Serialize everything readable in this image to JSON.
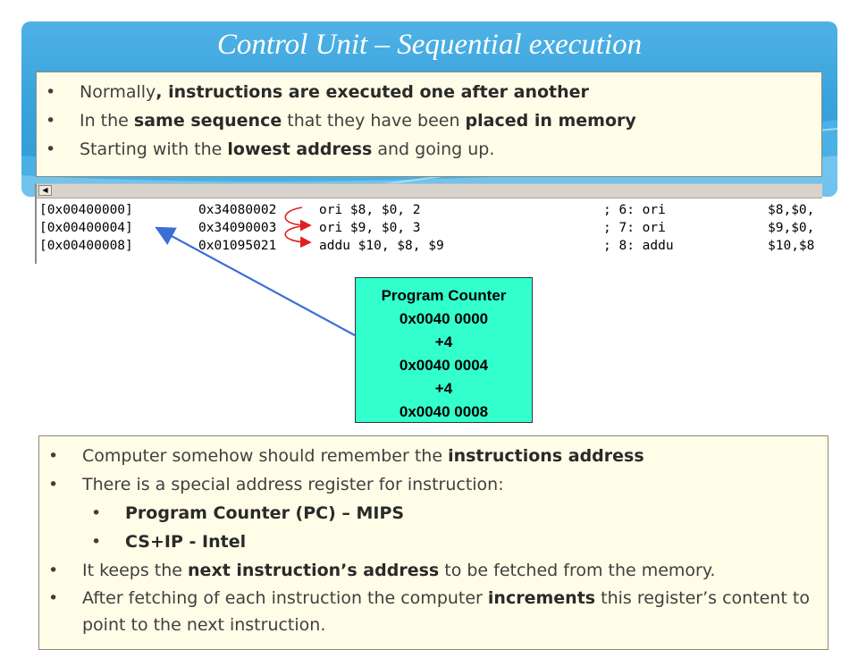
{
  "slide": {
    "title": "Control Unit – Sequential execution"
  },
  "top_box": {
    "bullets": [
      {
        "parts": [
          {
            "t": "Normally"
          },
          {
            "t": ", instructions are executed one after another",
            "b": true
          }
        ]
      },
      {
        "parts": [
          {
            "t": "In the "
          },
          {
            "t": "same sequence",
            "b": true
          },
          {
            "t": " that they have been "
          },
          {
            "t": "placed in memory",
            "b": true
          }
        ]
      },
      {
        "parts": [
          {
            "t": "Starting with the "
          },
          {
            "t": "lowest address",
            "b": true
          },
          {
            "t": " and going up."
          }
        ]
      }
    ]
  },
  "code_view": {
    "scroll_arrow": "◀",
    "rows": [
      {
        "addr": "[0x00400000]",
        "hex": "0x34080002",
        "instr": "ori $8, $0, 2",
        "comment": "; 6: ori",
        "src": "$8,$0,"
      },
      {
        "addr": "[0x00400004]",
        "hex": "0x34090003",
        "instr": "ori $9, $0, 3",
        "comment": "; 7: ori",
        "src": "$9,$0,"
      },
      {
        "addr": "[0x00400008]",
        "hex": "0x01095021",
        "instr": "addu $10, $8, $9",
        "comment": "; 8: addu",
        "src": "$10,$8"
      }
    ]
  },
  "pc_box": {
    "lines": [
      "Program Counter",
      "0x0040 0000",
      "+4",
      "0x0040 0004",
      "+4",
      "0x0040 0008"
    ]
  },
  "bottom_box": {
    "bullets": [
      {
        "parts": [
          {
            "t": "Computer somehow should remember the "
          },
          {
            "t": "instructions address",
            "b": true
          }
        ]
      },
      {
        "parts": [
          {
            "t": "There is a special address register for instruction:"
          }
        ]
      },
      {
        "sub": true,
        "parts": [
          {
            "t": "Program Counter (PC)  – MIPS",
            "b": true
          }
        ]
      },
      {
        "sub": true,
        "parts": [
          {
            "t": "CS+IP - Intel",
            "b": true
          }
        ]
      },
      {
        "parts": [
          {
            "t": "It keeps the "
          },
          {
            "t": "next instruction’s address",
            "b": true
          },
          {
            "t": " to be fetched from the memory."
          }
        ]
      },
      {
        "wrap": true,
        "parts": [
          {
            "t": "After fetching of each instruction the computer "
          },
          {
            "t": "increments",
            "b": true
          },
          {
            "t": " this register’s content to point to the next instruction."
          }
        ]
      }
    ]
  },
  "colors": {
    "header_blue": "#39a3dc",
    "box_fill": "#fffde7",
    "pc_fill": "#33ffcc",
    "arrow_blue": "#3b6fd6",
    "annotation_red": "#e02020"
  }
}
